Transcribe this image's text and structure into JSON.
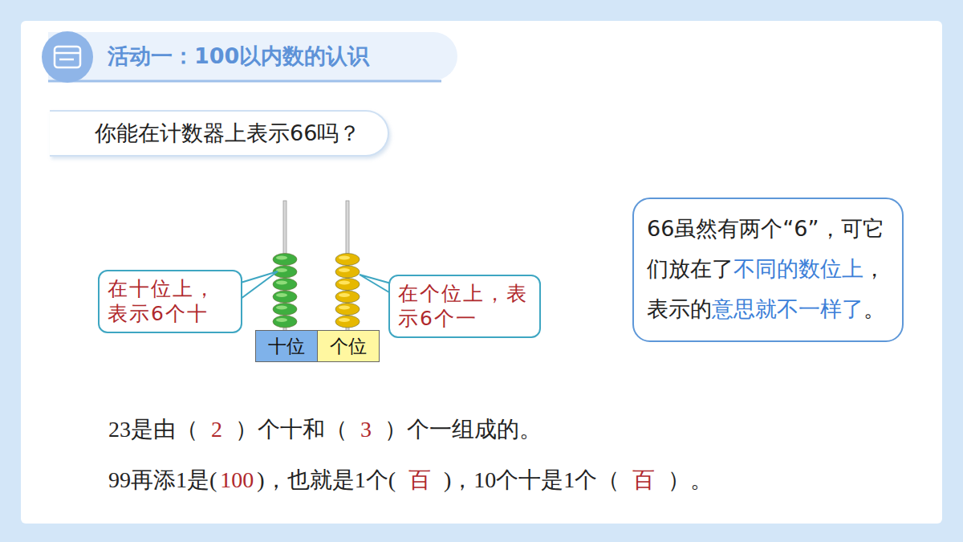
{
  "diagram": {
    "title": "活动一：100以内数的认识",
    "nodes": [
      {
        "text": [
          "你能在计数器上表示66吗？"
        ]
      },
      {
        "text": [
          "在十位上，表示6个十"
        ]
      },
      {
        "text": [
          "十位"
        ]
      },
      {
        "text": [
          "个位"
        ]
      },
      {
        "text": [
          "在个位上，表示6个一"
        ]
      },
      {
        "text": [
          "66虽然有两个“6”，可它们放在了",
          "不同的数位上",
          "，表示的",
          "意思就不一样了",
          "。"
        ]
      }
    ],
    "labels": [
      "23是由（",
      "2",
      "）个十和（",
      "3",
      "）个一组成的。",
      "99再添1是(",
      "100",
      ")，也就是1个(",
      "百",
      ")，10个十是1个（",
      "百",
      "）。"
    ]
  }
}
